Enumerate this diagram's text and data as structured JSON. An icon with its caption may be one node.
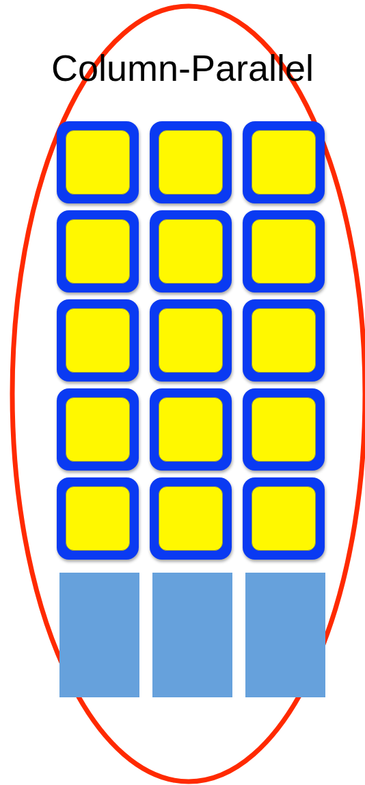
{
  "diagram": {
    "title": "Column-Parallel",
    "nodes": [
      {
        "text": [],
        "shape": "box"
      },
      {
        "text": [],
        "shape": "box"
      },
      {
        "text": [],
        "shape": "box"
      },
      {
        "text": [],
        "shape": "box"
      },
      {
        "text": [],
        "shape": "box"
      },
      {
        "text": [],
        "shape": "box"
      },
      {
        "text": [],
        "shape": "box"
      },
      {
        "text": [],
        "shape": "box"
      },
      {
        "text": [],
        "shape": "box"
      },
      {
        "text": [],
        "shape": "box"
      },
      {
        "text": [],
        "shape": "box"
      },
      {
        "text": [],
        "shape": "box"
      },
      {
        "text": [],
        "shape": "box"
      },
      {
        "text": [],
        "shape": "box"
      },
      {
        "text": [],
        "shape": "box"
      },
      {
        "text": [],
        "shape": "bar"
      },
      {
        "text": [],
        "shape": "bar"
      },
      {
        "text": [],
        "shape": "bar"
      }
    ]
  }
}
